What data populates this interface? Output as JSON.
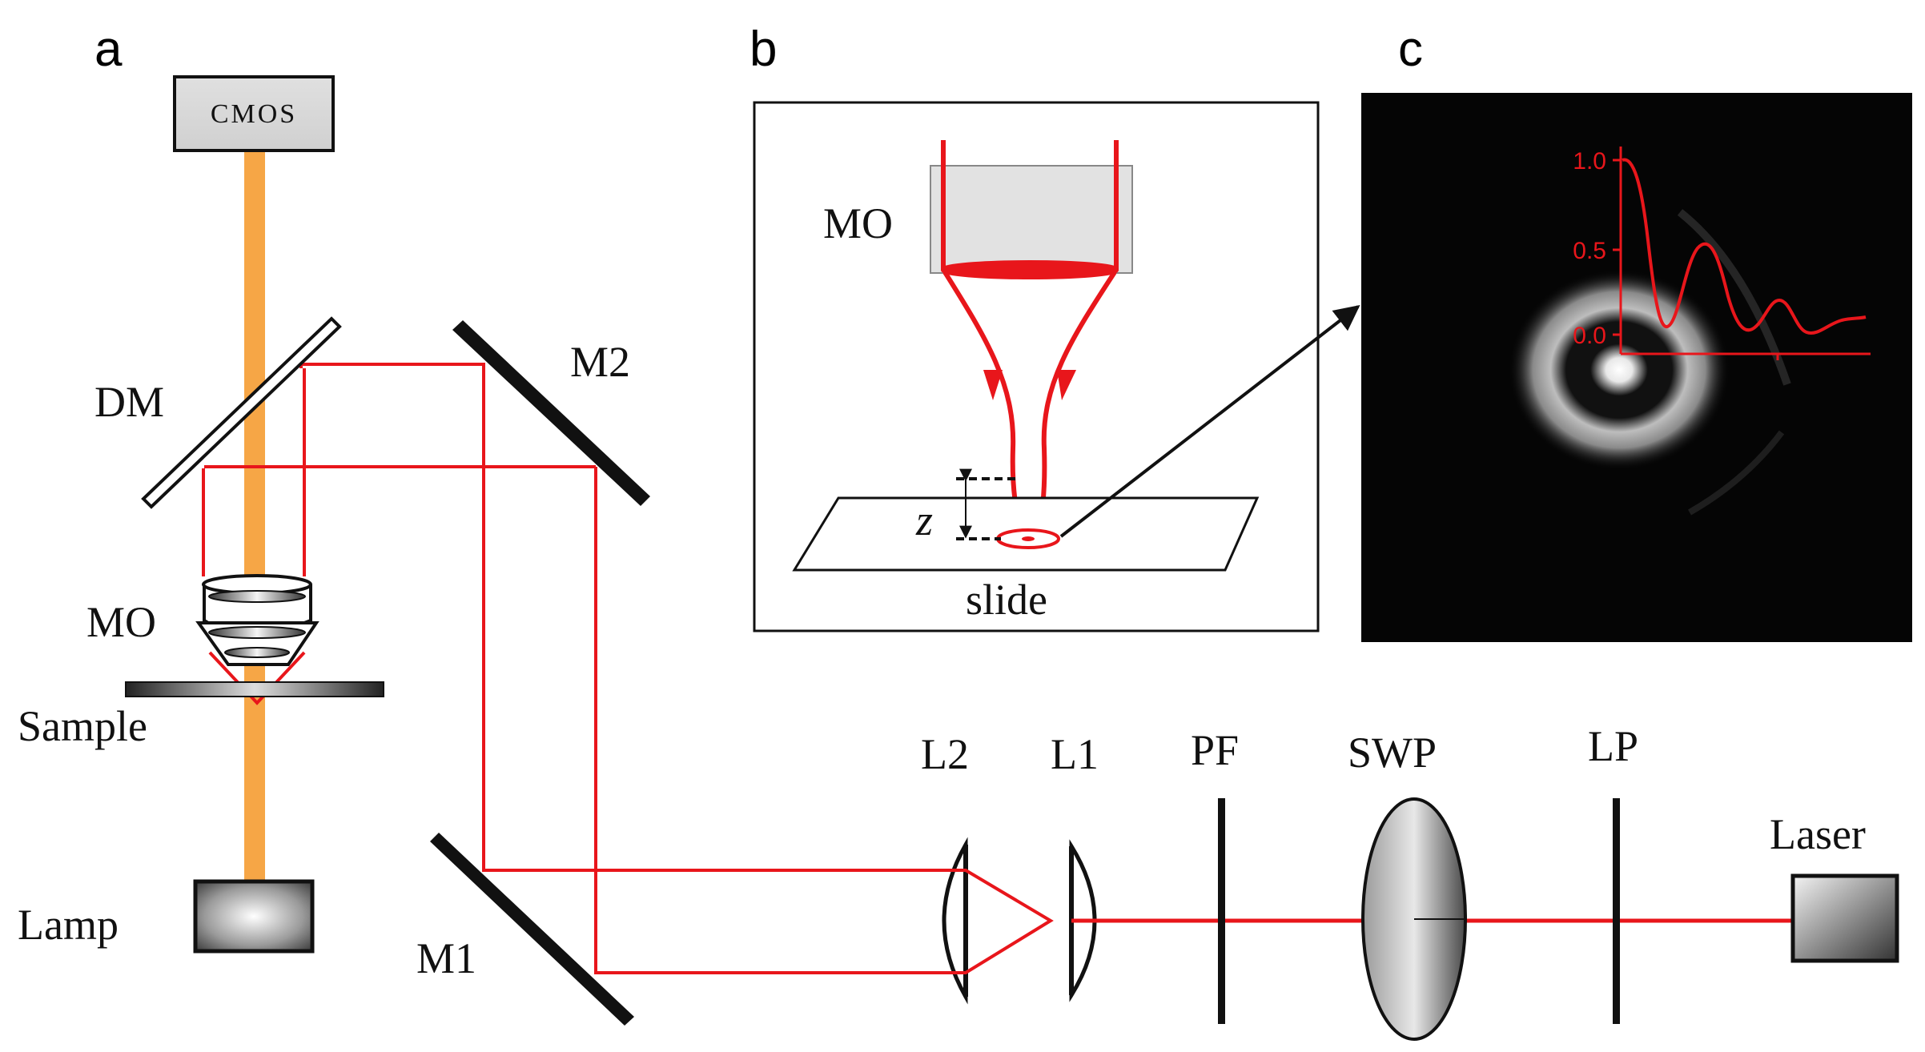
{
  "panels": {
    "a": "a",
    "b": "b",
    "c": "c"
  },
  "setup_a": {
    "cmos": "CMOS",
    "dm": "DM",
    "mo": "MO",
    "sample": "Sample",
    "lamp": "Lamp",
    "m1": "M1",
    "m2": "M2",
    "l2": "L2",
    "l1": "L1",
    "pf": "PF",
    "swp": "SWP",
    "lp": "LP",
    "laser": "Laser"
  },
  "inset_b": {
    "mo": "MO",
    "z": "z",
    "slide": "slide"
  },
  "inset_c": {
    "yticks": [
      "1.0",
      "0.5",
      "0.0"
    ]
  },
  "colors": {
    "beam": "#e8161b",
    "lamp_beam": "#f6a646",
    "ink": "#111111",
    "image_bg": "#050505"
  }
}
